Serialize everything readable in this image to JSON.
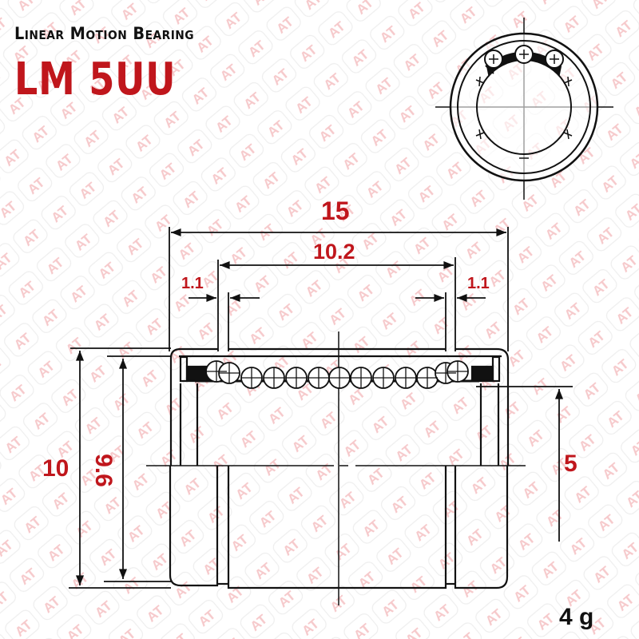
{
  "header": {
    "subtitle": "Linear Motion Bearing",
    "model": "LM 5UU"
  },
  "dimensions": {
    "overall_length": "15",
    "retainer_groove_span": "10.2",
    "groove_width_left": "1.1",
    "groove_width_right": "1.1",
    "outer_diameter": "10",
    "groove_diameter": "9.6",
    "inner_radius": "5"
  },
  "weight": "4 g",
  "watermark": {
    "text": "AT",
    "color": "#f2b8ba"
  },
  "colors": {
    "accent": "#c0161c",
    "line": "#111111",
    "background": "#ffffff"
  }
}
